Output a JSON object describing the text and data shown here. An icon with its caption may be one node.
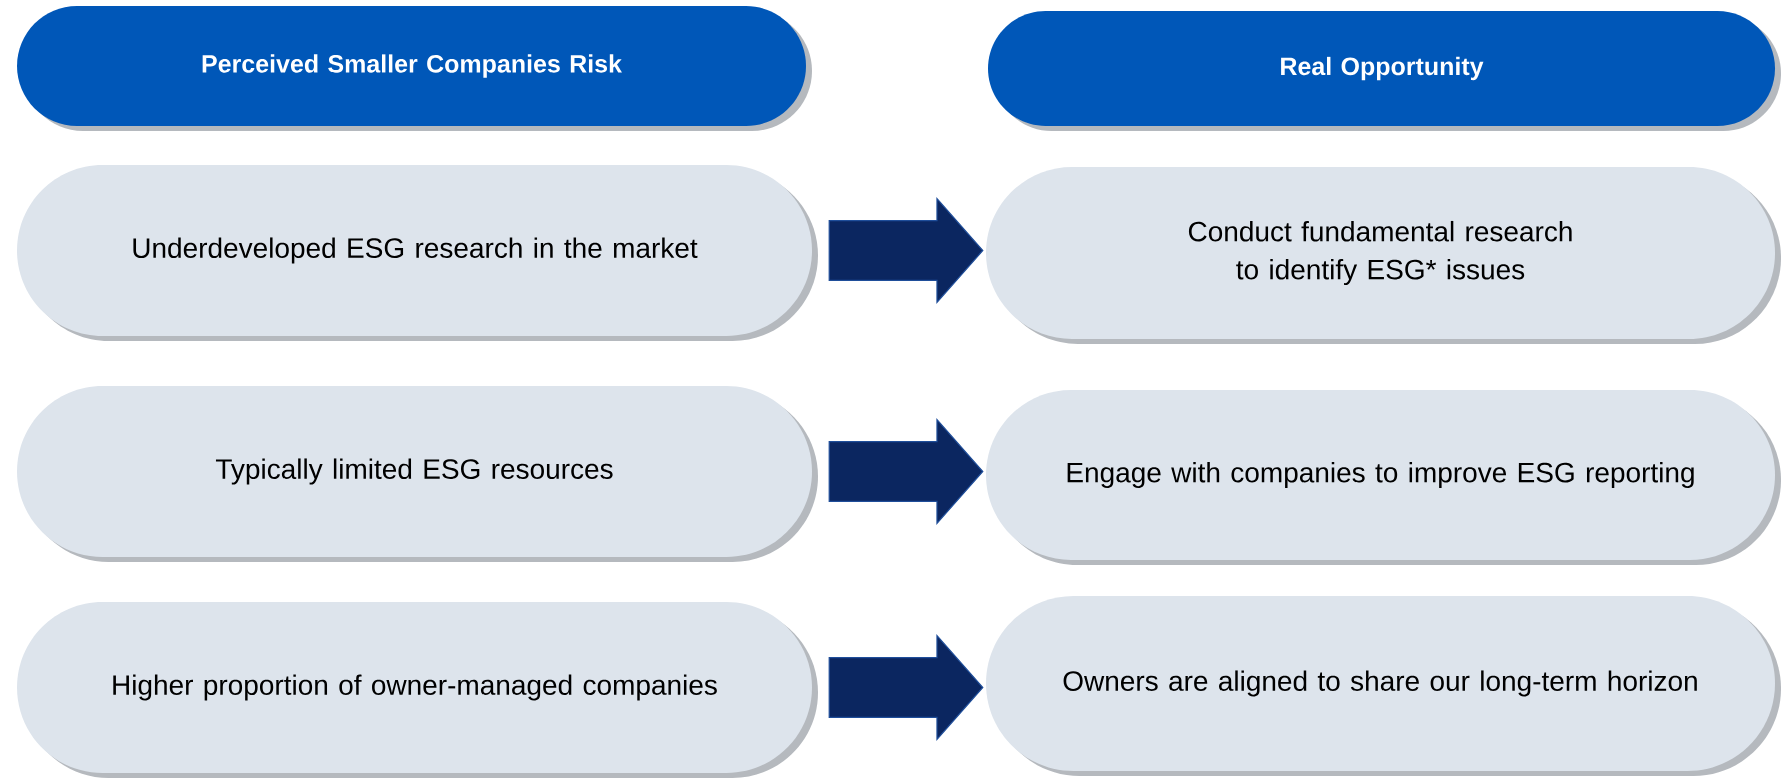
{
  "diagram": {
    "nodes": [
      {
        "text": [
          "Perceived Smaller Companies Risk"
        ]
      },
      {
        "text": [
          "Real Opportunity"
        ]
      },
      {
        "text": [
          "Underdeveloped ESG research in the market"
        ]
      },
      {
        "text": [
          "Conduct fundamental research to identify ESG* issues"
        ]
      },
      {
        "text": [
          "Typically limited ESG resources"
        ]
      },
      {
        "text": [
          "Engage with companies to improve ESG reporting"
        ]
      },
      {
        "text": [
          "Higher proportion of owner-managed companies"
        ]
      },
      {
        "text": [
          "Owners are aligned to share our long-term horizon"
        ]
      }
    ],
    "edges": [
      {
        "from": 2,
        "to": 3,
        "arrow": "to"
      },
      {
        "from": 4,
        "to": 5,
        "arrow": "to"
      },
      {
        "from": 6,
        "to": 7,
        "arrow": "to"
      }
    ]
  }
}
